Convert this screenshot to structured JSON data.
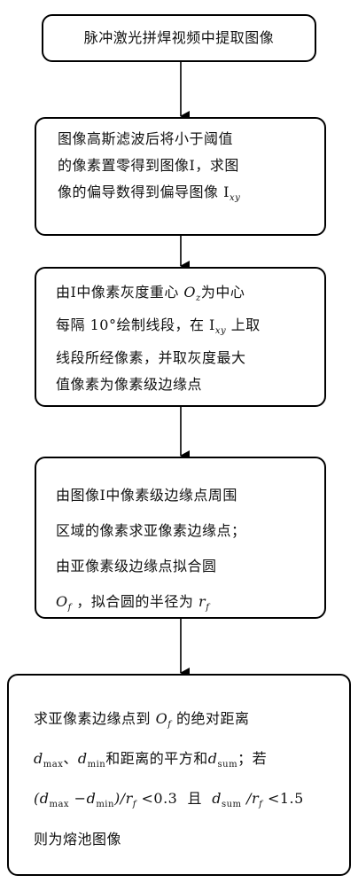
{
  "steps": [
    {
      "lines": [
        "脉冲激光拼焊视频中提取图像"
      ]
    },
    {
      "lines": [
        "图像高斯滤波后将小于阈值",
        "的像素置零得到图像I，求图",
        "像的偏导数得到偏导图像"
      ],
      "symbol": "I",
      "symbol_sub": "xy"
    },
    {
      "line1_a": "由I中像素灰度重心",
      "line1_sym": "O",
      "line1_sym_sub": "z",
      "line1_b": "为中心",
      "line2_a": "每隔 10°绘制线段，在",
      "line2_sym": "I",
      "line2_sym_sub": "xy",
      "line2_b": "上取",
      "line3": "线段所经像素，并取灰度最大",
      "line4": "值像素为像素级边缘点"
    },
    {
      "line1": "由图像I中像素级边缘点周围",
      "line2": "区域的像素求亚像素边缘点；",
      "line3": "由亚像素级边缘点拟合圆",
      "line4_sym": "O",
      "line4_sym_sub": "f",
      "line4_a": "，拟合圆的半径为",
      "line4_sym2": "r",
      "line4_sym2_sub": "f"
    },
    {
      "line1_a": "求亚像素边缘点到",
      "line1_sym": "O",
      "line1_sym_sub": "f",
      "line1_b": "的绝对距离",
      "line2_d1": "d",
      "line2_d1_sub": "max",
      "line2_sep": "、",
      "line2_d2": "d",
      "line2_d2_sub": "min",
      "line2_mid": "和距离的平方和",
      "line2_d3": "d",
      "line2_d3_sub": "sum",
      "line2_end": "；若",
      "line3_formula_a": "(d",
      "line3_formula_a_sub": "max",
      "line3_formula_b": " −d",
      "line3_formula_b_sub": "min",
      "line3_formula_c": ")/r",
      "line3_formula_c_sub": "f",
      "line3_formula_d": " <0.3",
      "line3_and": "且",
      "line3_cond_a": "d",
      "line3_cond_a_sub": "sum",
      "line3_cond_b": " /r",
      "line3_cond_b_sub": "f",
      "line3_cond_c": " <1.5",
      "line4": "则为熔池图像"
    }
  ]
}
